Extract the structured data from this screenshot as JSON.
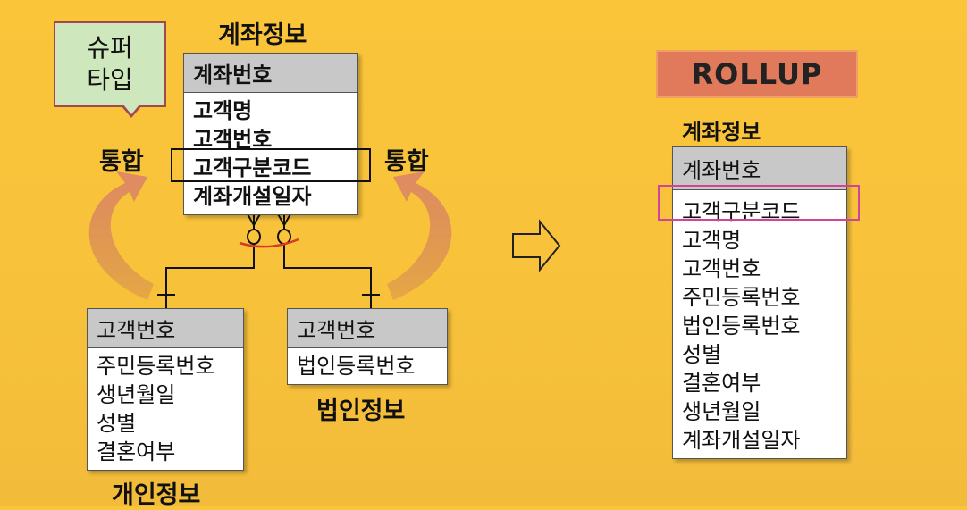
{
  "left": {
    "super_type_bubble": [
      "슈퍼",
      "타입"
    ],
    "integrate_left": "통합",
    "integrate_right": "통합",
    "account": {
      "title": "계좌정보",
      "pk": "계좌번호",
      "attrs": [
        "고객명",
        "고객번호",
        "고객구분코드",
        "계좌개설일자"
      ]
    },
    "individual": {
      "title": "개인정보",
      "pk": "고객번호",
      "attrs": [
        "주민등록번호",
        "생년월일",
        "성별",
        "결혼여부"
      ]
    },
    "corporate": {
      "title": "법인정보",
      "pk": "고객번호",
      "attrs": [
        "법인등록번호"
      ]
    }
  },
  "right": {
    "rollup_label": "ROLLUP",
    "account": {
      "title": "계좌정보",
      "pk": "계좌번호",
      "attrs": [
        "고객구분코드",
        "고객명",
        "고객번호",
        "주민등록번호",
        "법인등록번호",
        "성별",
        "결혼여부",
        "생년월일",
        "계좌개설일자"
      ]
    }
  },
  "colors": {
    "background": "#fbc53a",
    "bubble_fill": "#cfe7bd",
    "rollup_fill": "#e07a5a",
    "curve_arrow": "#d98a62",
    "highlight_pink": "#d2449a"
  }
}
